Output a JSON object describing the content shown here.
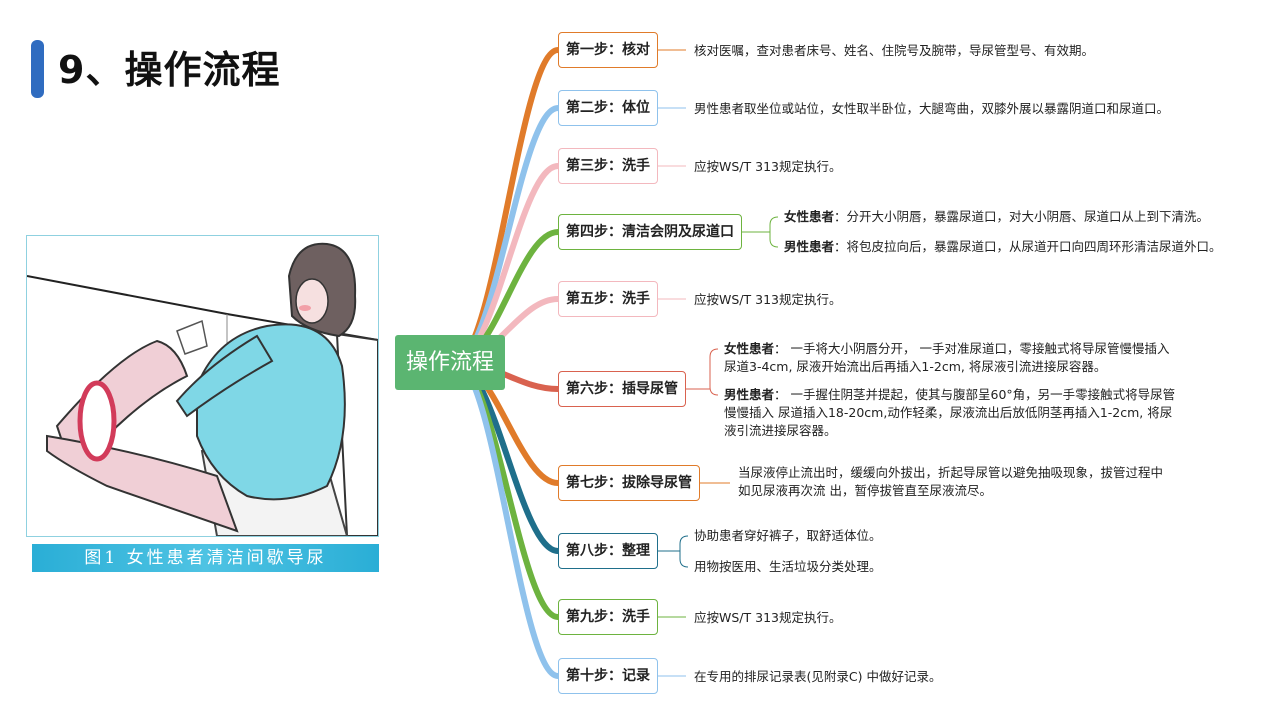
{
  "page_title": "9、操作流程",
  "figure_caption": "图1  女性患者清洁间歇导尿",
  "root_label": "操作流程",
  "colors": {
    "root": "#5bb571",
    "title_bar": "#2f6cc0",
    "caption_bg": "#2aaed6"
  },
  "steps": [
    {
      "label": "第一步：核对",
      "color": "#e07b2a",
      "desc": "核对医嘱，查对患者床号、姓名、住院号及腕带，导尿管型号、有效期。"
    },
    {
      "label": "第二步：体位",
      "color": "#8fc2ec",
      "desc": "男性患者取坐位或站位，女性取半卧位，大腿弯曲，双膝外展以暴露阴道口和尿道口。"
    },
    {
      "label": "第三步：洗手",
      "color": "#f3b8be",
      "desc": "应按WS/T  313规定执行。"
    },
    {
      "label": "第四步：清洁会阴及尿道口",
      "color": "#6db33f",
      "sub": [
        {
          "k": "女性患者",
          "v": "：分开大小阴唇，暴露尿道口，对大小阴唇、尿道口从上到下清洗。"
        },
        {
          "k": "男性患者",
          "v": "：将包皮拉向后，暴露尿道口，从尿道开口向四周环形清洁尿道外口。"
        }
      ]
    },
    {
      "label": "第五步：洗手",
      "color": "#f3b8be",
      "desc": "应按WS/T  313规定执行。"
    },
    {
      "label": "第六步：插导尿管",
      "color": "#d9624f",
      "sub": [
        {
          "k": "女性患者",
          "v": "：  一手将大小阴唇分开， 一手对准尿道口，零接触式将导尿管慢慢插入尿道3-4cm, 尿液开始流出后再插入1-2cm, 将尿液引流进接尿容器。"
        },
        {
          "k": "男性患者",
          "v": "：  一手握住阴茎并提起，使其与腹部呈60°角，另一手零接触式将导尿管慢慢插入 尿道插入18-20cm,动作轻柔，尿液流出后放低阴茎再插入1-2cm, 将尿液引流进接尿容器。"
        }
      ]
    },
    {
      "label": "第七步：拔除导尿管",
      "color": "#e07b2a",
      "desc": "当尿液停止流出时，缓缓向外拔出，折起导尿管以避免抽吸现象，拔管过程中如见尿液再次流 出，暂停拔管直至尿液流尽。"
    },
    {
      "label": "第八步：整理",
      "color": "#1f6f8b",
      "sub": [
        {
          "k": "",
          "v": "协助患者穿好裤子，取舒适体位。"
        },
        {
          "k": "",
          "v": "用物按医用、生活垃圾分类处理。"
        }
      ]
    },
    {
      "label": "第九步：洗手",
      "color": "#6db33f",
      "desc": "应按WS/T 313规定执行。"
    },
    {
      "label": "第十步：记录",
      "color": "#8fc2ec",
      "desc": "在专用的排尿记录表(见附录C) 中做好记录。"
    }
  ]
}
